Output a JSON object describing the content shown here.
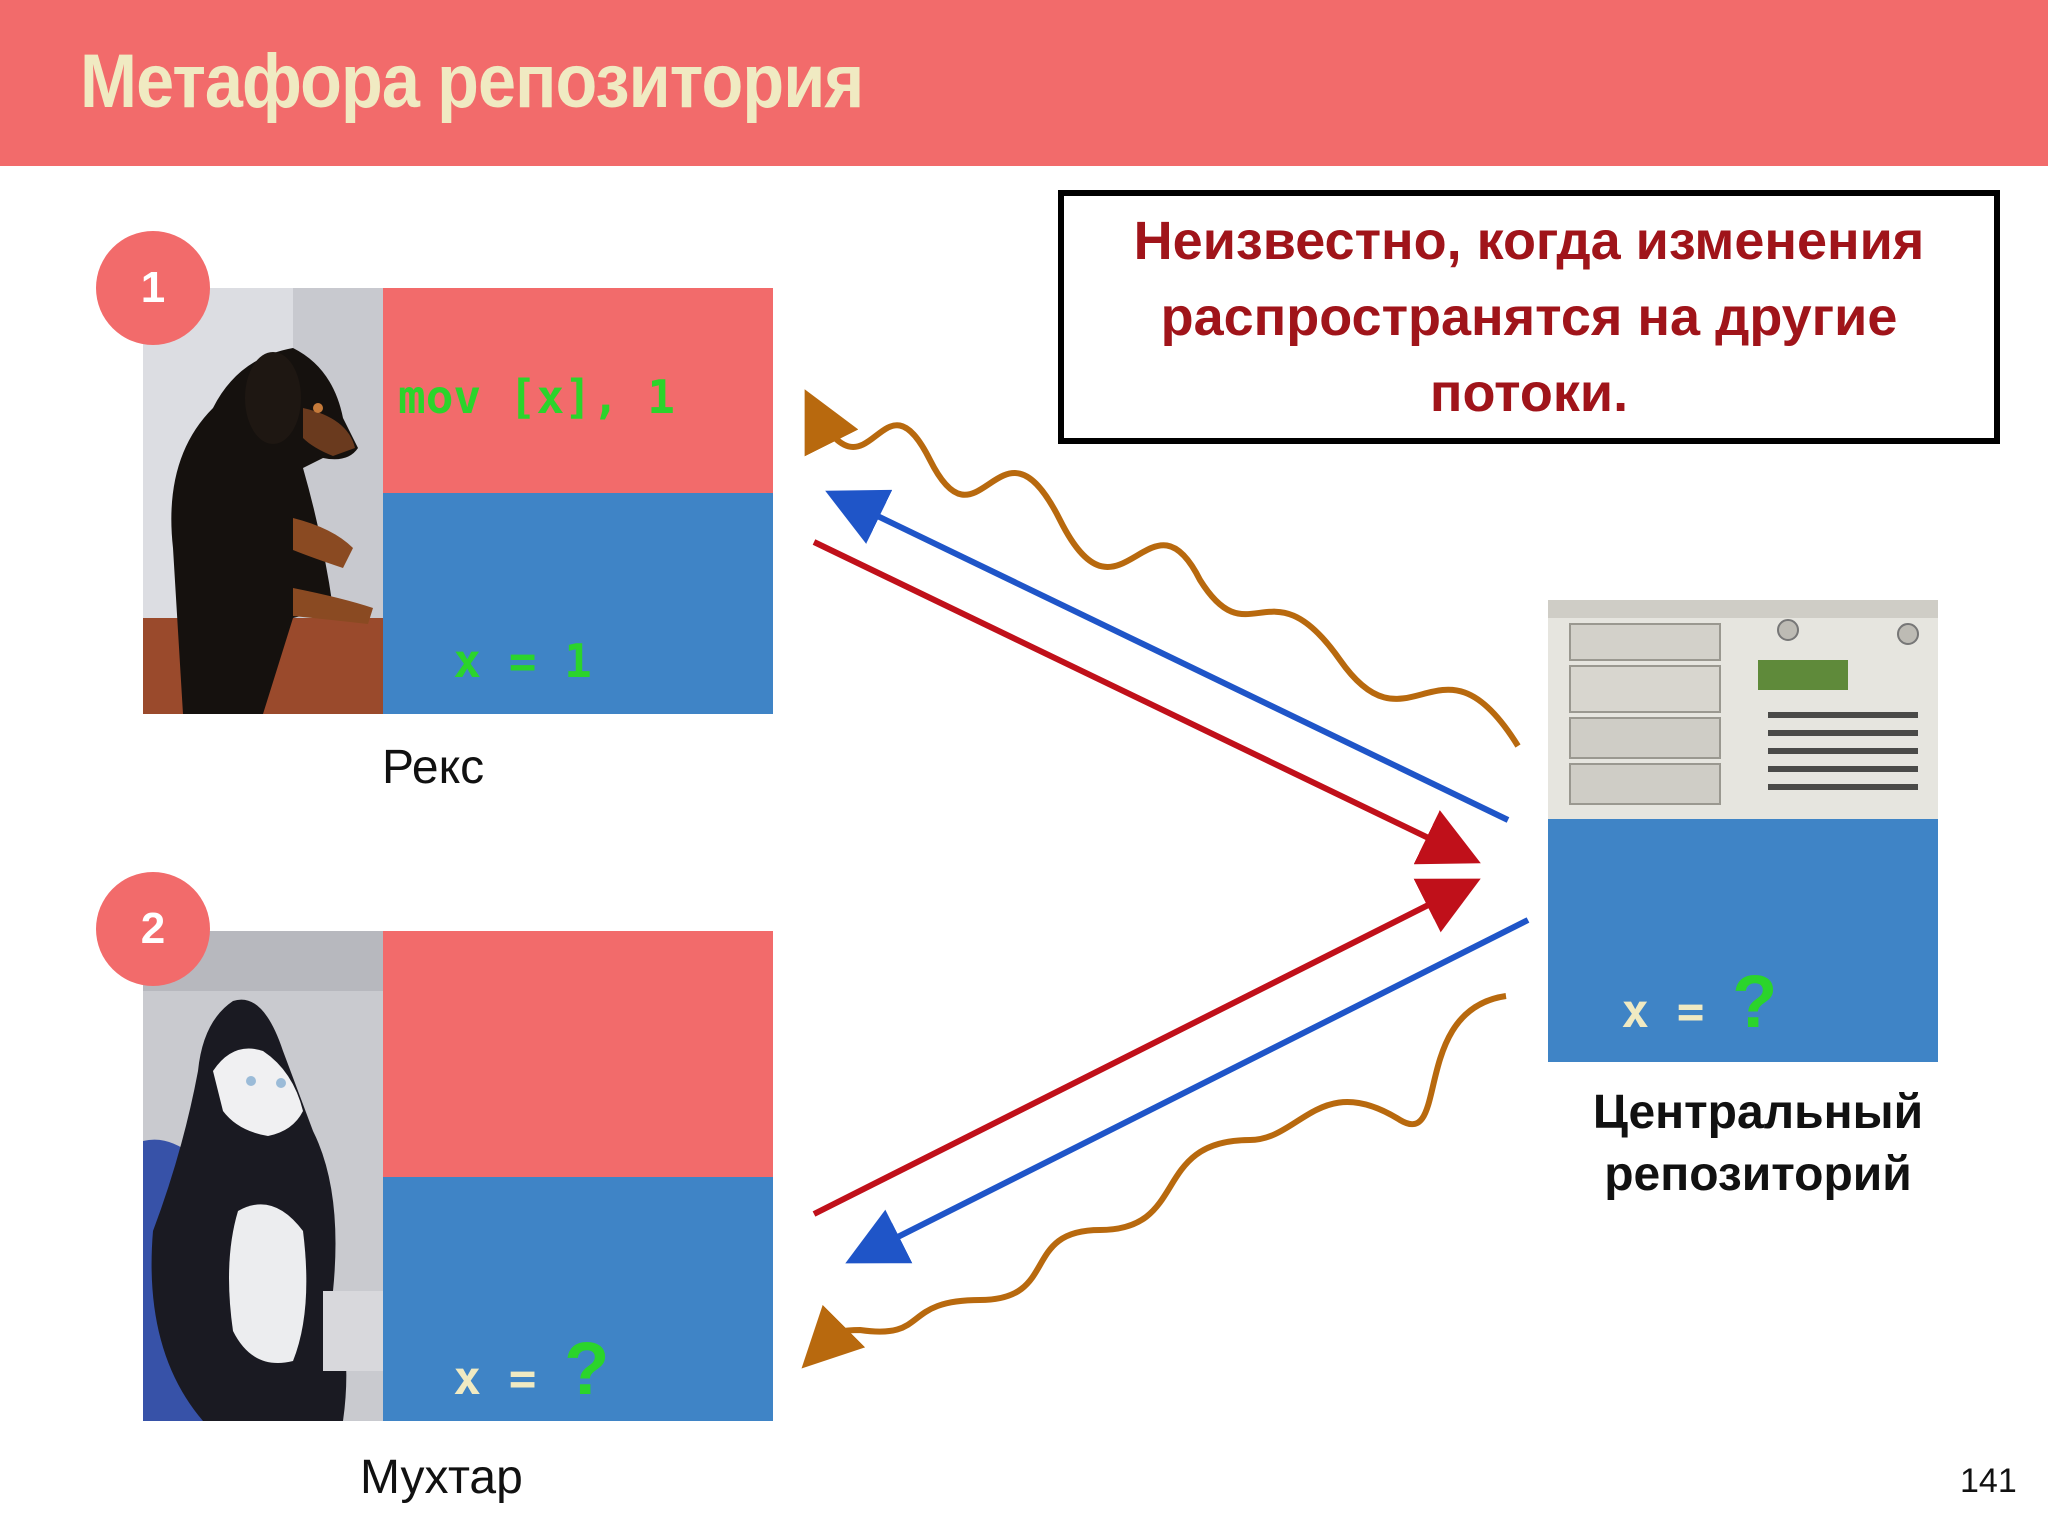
{
  "slide": {
    "title": "Метафора репозитория",
    "note": "Неизвестно, когда изменения распространятся на другие потоки.",
    "page_number": "141"
  },
  "threads": [
    {
      "badge": "1",
      "name": "Рекс",
      "instruction": "mov [x], 1",
      "local_value_prefix": "x = ",
      "local_value": "1"
    },
    {
      "badge": "2",
      "name": "Мухтар",
      "instruction": "",
      "local_value_prefix": "x = ",
      "local_value": "?"
    }
  ],
  "repository": {
    "name": "Центральный репозиторий",
    "value_prefix": "x = ",
    "value": "?"
  },
  "colors": {
    "header": "#f26b6b",
    "title": "#f0eac2",
    "note_text": "#a0141a",
    "panel_red": "#f26b6b",
    "panel_blue": "#3f84c6",
    "code_green": "#2bd42b",
    "arrow_red": "#c0101a",
    "arrow_blue": "#1f55c8",
    "arrow_wave": "#b8690e"
  }
}
